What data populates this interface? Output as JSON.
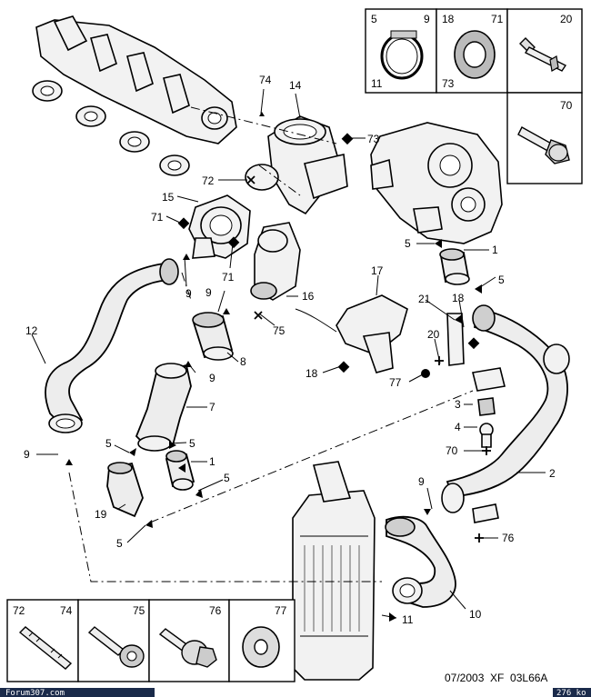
{
  "reference": "07/2003  XF  03L66A",
  "watermark_left": "Forum307.com",
  "watermark_right": "276 ko",
  "inset_top_left": {
    "labels": [
      "5",
      "9",
      "11"
    ]
  },
  "inset_top_mid": {
    "labels": [
      "18",
      "71",
      "73"
    ]
  },
  "inset_top_right_a": {
    "labels": [
      "20"
    ]
  },
  "inset_top_right_b": {
    "labels": [
      "70"
    ]
  },
  "inset_bottom": {
    "labels": [
      "72",
      "74",
      "75",
      "76",
      "77"
    ]
  },
  "callouts": [
    "74",
    "14",
    "73",
    "72",
    "15",
    "71",
    "71",
    "9",
    "9",
    "16",
    "75",
    "12",
    "8",
    "9",
    "7",
    "5",
    "5",
    "1",
    "5",
    "19",
    "5",
    "9",
    "17",
    "18",
    "21",
    "20",
    "77",
    "5",
    "1",
    "5",
    "18",
    "3",
    "4",
    "70",
    "2",
    "9",
    "76",
    "10",
    "11"
  ]
}
